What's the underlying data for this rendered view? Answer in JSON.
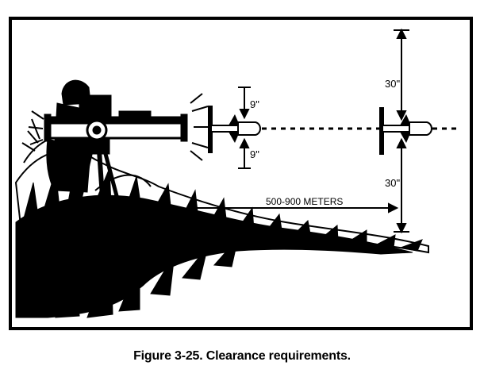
{
  "figure": {
    "caption": "Figure 3-25.  Clearance requirements.",
    "near_clearance_top": "9\"",
    "near_clearance_bottom": "9\"",
    "far_clearance_top": "30\"",
    "far_clearance_bottom": "30\"",
    "range_label": "500-900 METERS"
  },
  "icons": {
    "gunner": "soldier-with-launcher-icon",
    "missile": "missile-icon",
    "grass": "vegetation-icon"
  }
}
